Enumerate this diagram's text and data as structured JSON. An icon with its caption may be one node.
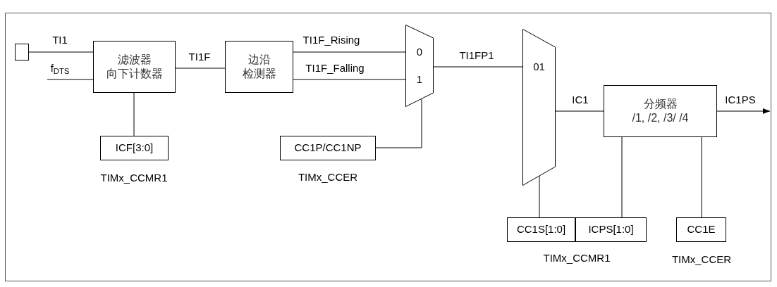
{
  "diagram": {
    "nodes": [
      {
        "text": [],
        "shape": "box"
      },
      {
        "text": [
          "滤波器",
          "向下计数器"
        ]
      },
      {
        "text": [
          "边沿",
          "检测器"
        ]
      },
      {
        "text": [
          "0",
          "1"
        ]
      },
      {
        "text": [
          "01"
        ]
      },
      {
        "text": [
          "分频器",
          "/1, /2, /3/ /4"
        ]
      },
      {
        "text": [
          "ICF[3:0]"
        ],
        "beside": [
          "TIMx_CCMR1"
        ]
      },
      {
        "text": [
          "CC1P/CC1NP"
        ],
        "beside": [
          "TIMx_CCER"
        ]
      },
      {
        "text": [
          "CC1S[1:0]"
        ]
      },
      {
        "text": [
          "ICPS[1:0]"
        ]
      },
      {
        "text": [
          "CC1E"
        ],
        "beside": [
          "TIMx_CCER"
        ]
      }
    ],
    "edges": [
      {
        "from": 0,
        "to": 1,
        "arrow": "none",
        "label": "TI1"
      },
      {
        "from": null,
        "to": 1,
        "arrow": "none",
        "label": "f$_{DTS}$"
      },
      {
        "from": 1,
        "to": 2,
        "arrow": "none",
        "label": "TI1F"
      },
      {
        "from": 2,
        "to": 3,
        "arrow": "none",
        "label": "TI1F_Rising"
      },
      {
        "from": 2,
        "to": 3,
        "arrow": "none",
        "label": "TI1F_Falling"
      },
      {
        "from": 6,
        "to": 1,
        "arrow": "none"
      },
      {
        "from": 7,
        "to": 3,
        "arrow": "none"
      },
      {
        "from": 3,
        "to": 4,
        "arrow": "none",
        "label": "TI1FP1"
      },
      {
        "from": 4,
        "to": 5,
        "arrow": "none",
        "label": "IC1"
      },
      {
        "from": 5,
        "to": null,
        "arrow": "to",
        "label": "IC1PS"
      },
      {
        "from": 8,
        "to": 4,
        "arrow": "none"
      },
      {
        "from": 9,
        "to": 5,
        "arrow": "none"
      },
      {
        "from": 10,
        "to": 5,
        "arrow": "none"
      }
    ],
    "labels": [
      "TIMx_CCMR1"
    ]
  }
}
